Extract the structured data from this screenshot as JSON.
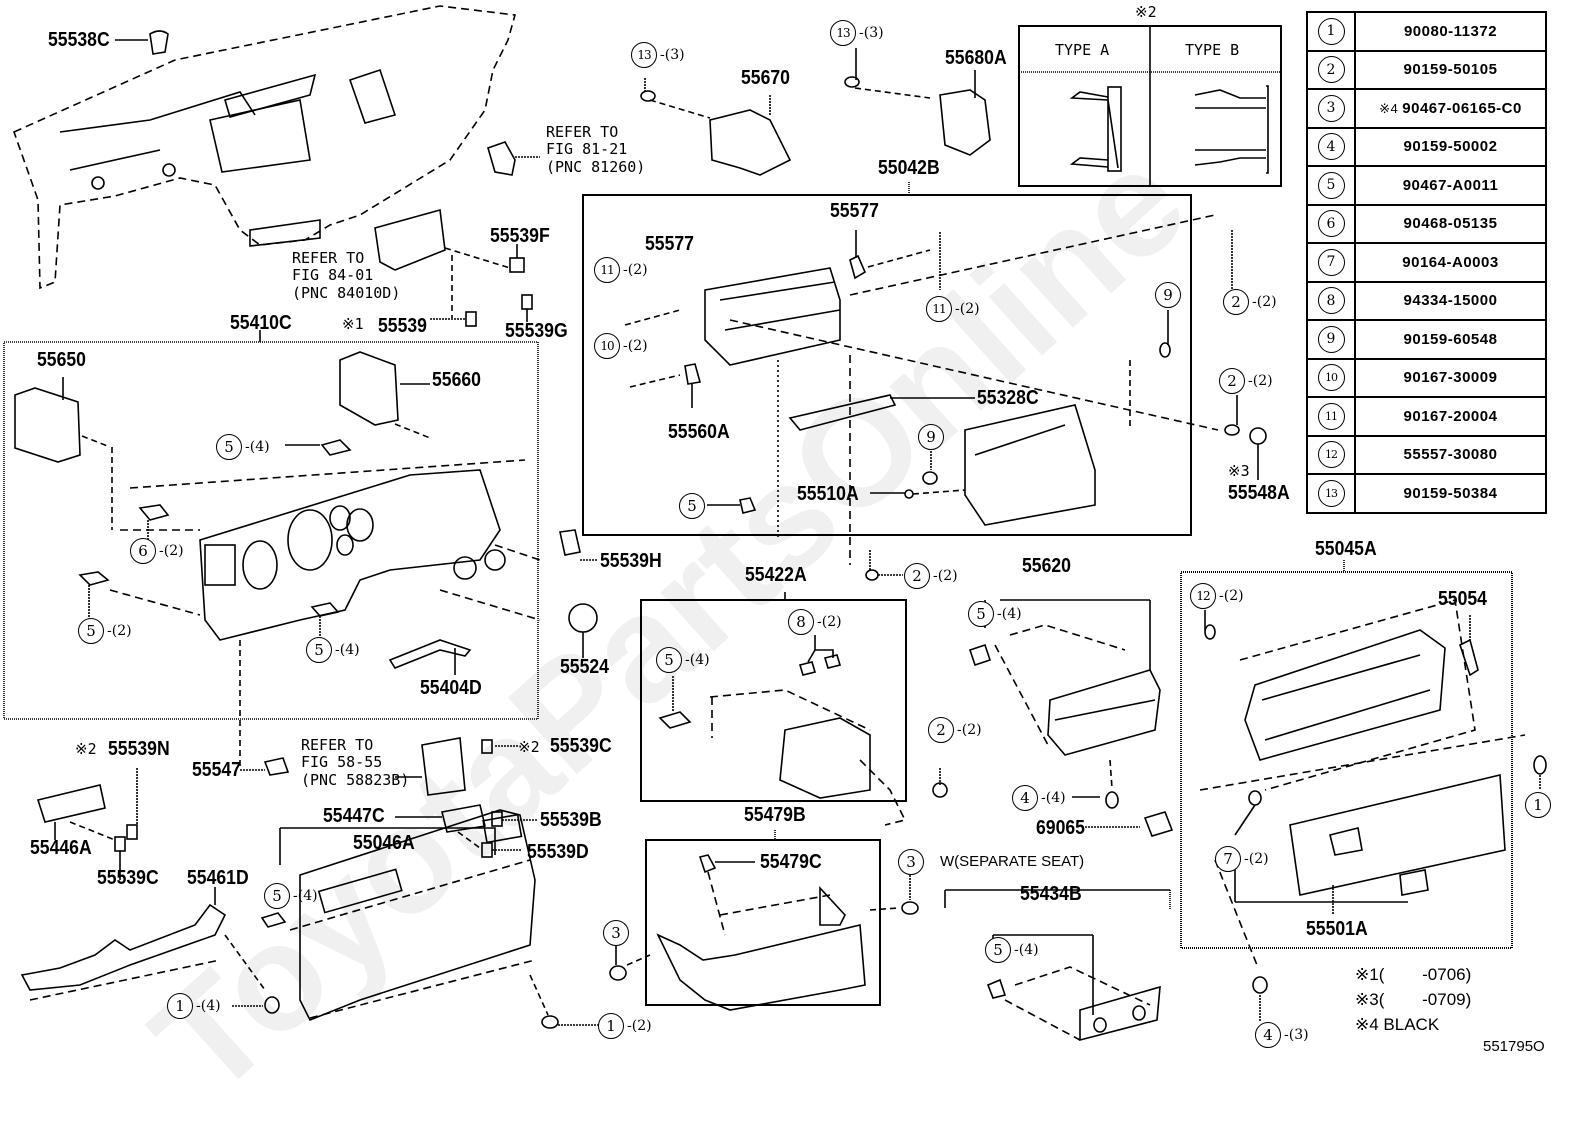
{
  "diagram": {
    "figure_number": "551795O",
    "watermark": "ToyotaPartsOnline"
  },
  "parts_table": [
    {
      "ref": "1",
      "part_no": "90080-11372",
      "note": ""
    },
    {
      "ref": "2",
      "part_no": "90159-50105",
      "note": ""
    },
    {
      "ref": "3",
      "part_no": "90467-06165-C0",
      "note": "※4"
    },
    {
      "ref": "4",
      "part_no": "90159-50002",
      "note": ""
    },
    {
      "ref": "5",
      "part_no": "90467-A0011",
      "note": ""
    },
    {
      "ref": "6",
      "part_no": "90468-05135",
      "note": ""
    },
    {
      "ref": "7",
      "part_no": "90164-A0003",
      "note": ""
    },
    {
      "ref": "8",
      "part_no": "94334-15000",
      "note": ""
    },
    {
      "ref": "9",
      "part_no": "90159-60548",
      "note": ""
    },
    {
      "ref": "10",
      "part_no": "90167-30009",
      "note": ""
    },
    {
      "ref": "11",
      "part_no": "90167-20004",
      "note": ""
    },
    {
      "ref": "12",
      "part_no": "55557-30080",
      "note": ""
    },
    {
      "ref": "13",
      "part_no": "90159-50384",
      "note": ""
    }
  ],
  "type_box": {
    "note": "※2",
    "type_a": "TYPE A",
    "type_b": "TYPE B"
  },
  "part_labels": {
    "p55538C": "55538C",
    "p55670": "55670",
    "p55680A": "55680A",
    "p55042B": "55042B",
    "p55577a": "55577",
    "p55577b": "55577",
    "p55539F": "55539F",
    "p55539G": "55539G",
    "p55539": "55539",
    "p55410C": "55410C",
    "p55650": "55650",
    "p55660": "55660",
    "p55404D": "55404D",
    "p55539H": "55539H",
    "p55524": "55524",
    "p55560A": "55560A",
    "p55328C": "55328C",
    "p55510A": "55510A",
    "p55548A": "55548A",
    "p55422A": "55422A",
    "p55620": "55620",
    "p55045A": "55045A",
    "p55054": "55054",
    "p69065": "69065",
    "p55501A": "55501A",
    "p55434B": "55434B",
    "p55479B": "55479B",
    "p55479C": "55479C",
    "p55539N": "55539N",
    "p55446A": "55446A",
    "p55539C_a": "55539C",
    "p55539C_b": "55539C",
    "p55547": "55547",
    "p55447C": "55447C",
    "p55539B": "55539B",
    "p55539D": "55539D",
    "p55046A": "55046A",
    "p55461D": "55461D"
  },
  "refer_notes": {
    "fig8121": [
      "REFER TO",
      "FIG 81-21",
      "(PNC 81260)"
    ],
    "fig8401": [
      "REFER TO",
      "FIG 84-01",
      "(PNC 84010D)"
    ],
    "fig5855": [
      "REFER TO",
      "FIG 58-55",
      "(PNC 58823B)"
    ]
  },
  "prefix_notes": {
    "n1": "※1",
    "n2a": "※2",
    "n2b": "※2",
    "n3": "※3"
  },
  "callouts": [
    {
      "id": "c13a",
      "ref": "13",
      "qty": "-(3)"
    },
    {
      "id": "c13b",
      "ref": "13",
      "qty": "-(3)"
    },
    {
      "id": "c11a",
      "ref": "11",
      "qty": "-(2)"
    },
    {
      "id": "c11b",
      "ref": "11",
      "qty": "-(2)"
    },
    {
      "id": "c10",
      "ref": "10",
      "qty": "-(2)"
    },
    {
      "id": "c9a",
      "ref": "9",
      "qty": ""
    },
    {
      "id": "c9b",
      "ref": "9",
      "qty": ""
    },
    {
      "id": "c2a",
      "ref": "2",
      "qty": "-(2)"
    },
    {
      "id": "c2b",
      "ref": "2",
      "qty": "-(2)"
    },
    {
      "id": "c2c",
      "ref": "2",
      "qty": "-(2)"
    },
    {
      "id": "c2d",
      "ref": "2",
      "qty": "-(2)"
    },
    {
      "id": "c5a",
      "ref": "5",
      "qty": ""
    },
    {
      "id": "c5b",
      "ref": "5",
      "qty": "-(4)"
    },
    {
      "id": "c6",
      "ref": "6",
      "qty": "-(2)"
    },
    {
      "id": "c5c",
      "ref": "5",
      "qty": "-(2)"
    },
    {
      "id": "c5d",
      "ref": "5",
      "qty": "-(4)"
    },
    {
      "id": "c5e",
      "ref": "5",
      "qty": "-(4)"
    },
    {
      "id": "c8",
      "ref": "8",
      "qty": "-(2)"
    },
    {
      "id": "c5f",
      "ref": "5",
      "qty": "-(4)"
    },
    {
      "id": "c12",
      "ref": "12",
      "qty": "-(2)"
    },
    {
      "id": "c4a",
      "ref": "4",
      "qty": "-(4)"
    },
    {
      "id": "c1a",
      "ref": "1",
      "qty": ""
    },
    {
      "id": "c7",
      "ref": "7",
      "qty": "-(2)"
    },
    {
      "id": "c3a",
      "ref": "3",
      "qty": ""
    },
    {
      "id": "c3b",
      "ref": "3",
      "qty": ""
    },
    {
      "id": "c5g",
      "ref": "5",
      "qty": "-(4)"
    },
    {
      "id": "c4b",
      "ref": "4",
      "qty": "-(3)"
    },
    {
      "id": "c1b",
      "ref": "1",
      "qty": "-(4)"
    },
    {
      "id": "c1c",
      "ref": "1",
      "qty": "-(2)"
    },
    {
      "id": "c5h",
      "ref": "5",
      "qty": "-(4)"
    }
  ],
  "separate_seat_label": "W(SEPARATE SEAT)",
  "footnotes": [
    {
      "mark": "※1",
      "text": "(        -0706)"
    },
    {
      "mark": "※3",
      "text": "(        -0709)"
    },
    {
      "mark": "※4",
      "text": " BLACK"
    }
  ]
}
